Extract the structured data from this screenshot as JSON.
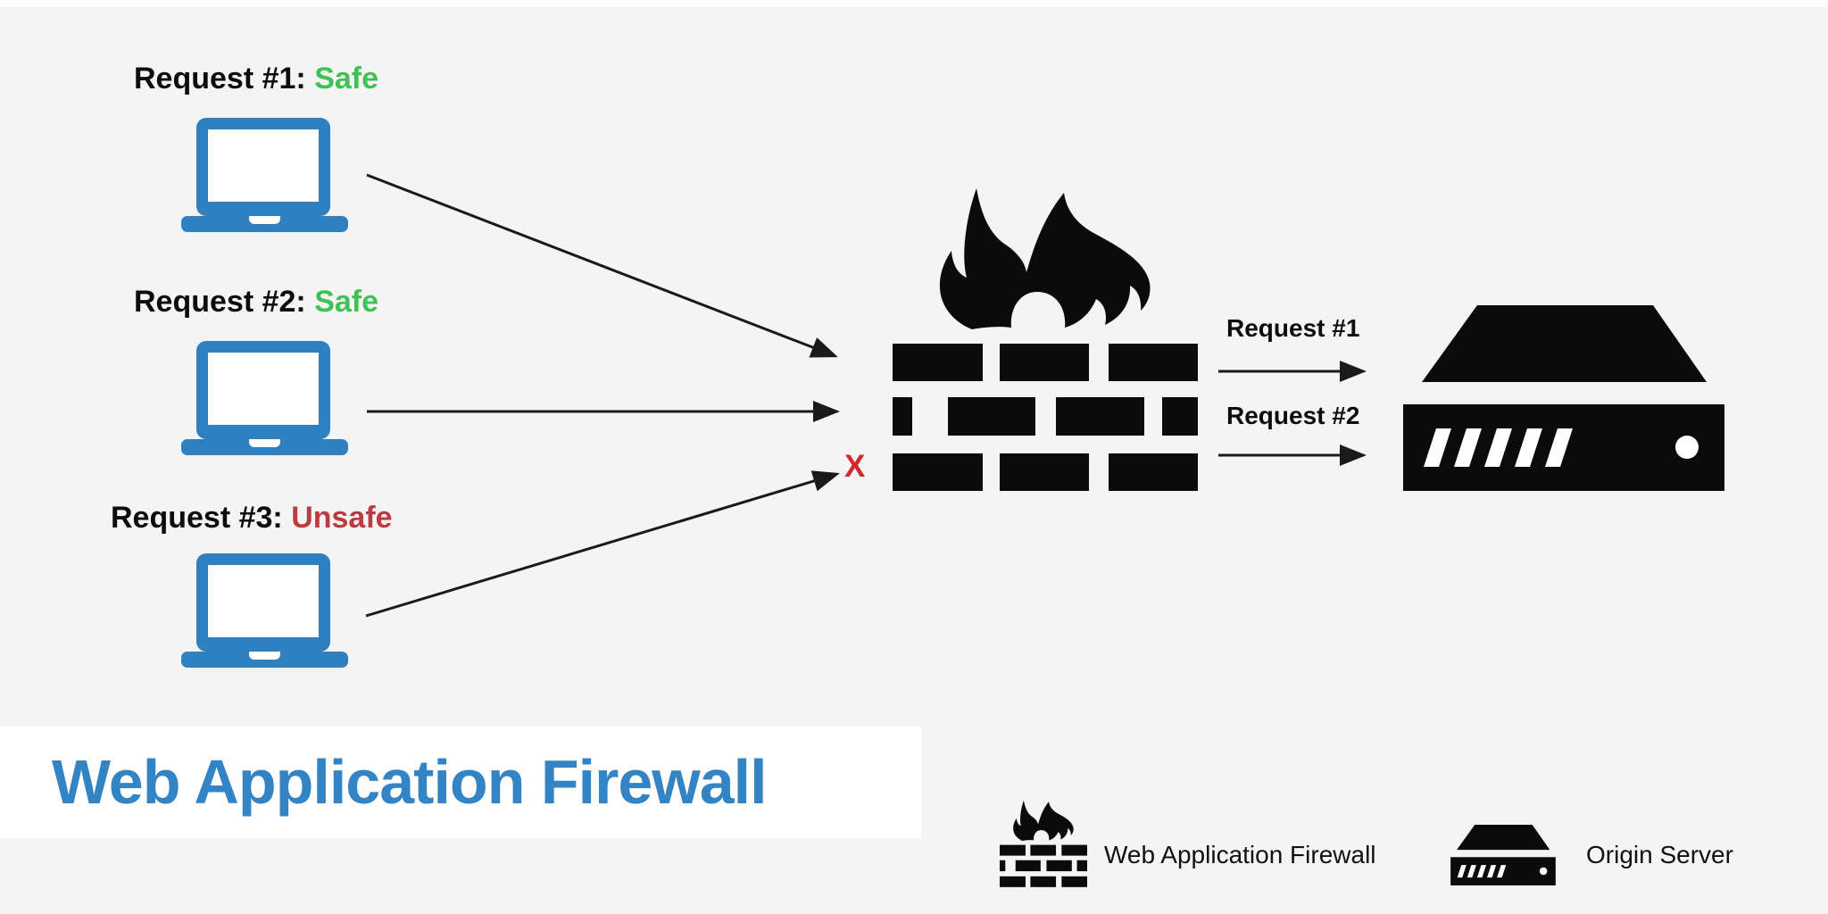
{
  "colors": {
    "page_bg": "#f4f4f4",
    "top_strip": "#fdfdfd",
    "band_bg": "#ffffff",
    "title_blue": "#3384c4",
    "laptop_blue": "#2e80c0",
    "safe_green": "#3ec155",
    "unsafe_red": "#bf3a40",
    "block_red": "#d2292e",
    "icon_black": "#0b0b0b",
    "arrow_black": "#1a1a1a",
    "legend_text": "#111111"
  },
  "requests": [
    {
      "label": "Request #1:",
      "status": "Safe"
    },
    {
      "label": "Request #2:",
      "status": "Safe"
    },
    {
      "label": "Request #3:",
      "status": "Unsafe"
    }
  ],
  "firewall": {
    "passed_requests": [
      {
        "label": "Request #1"
      },
      {
        "label": "Request #2"
      }
    ],
    "blocked_marker": "X"
  },
  "title": "Web Application Firewall",
  "legend": {
    "items": [
      {
        "label": "Web Application Firewall"
      },
      {
        "label": "Origin Server"
      }
    ]
  }
}
